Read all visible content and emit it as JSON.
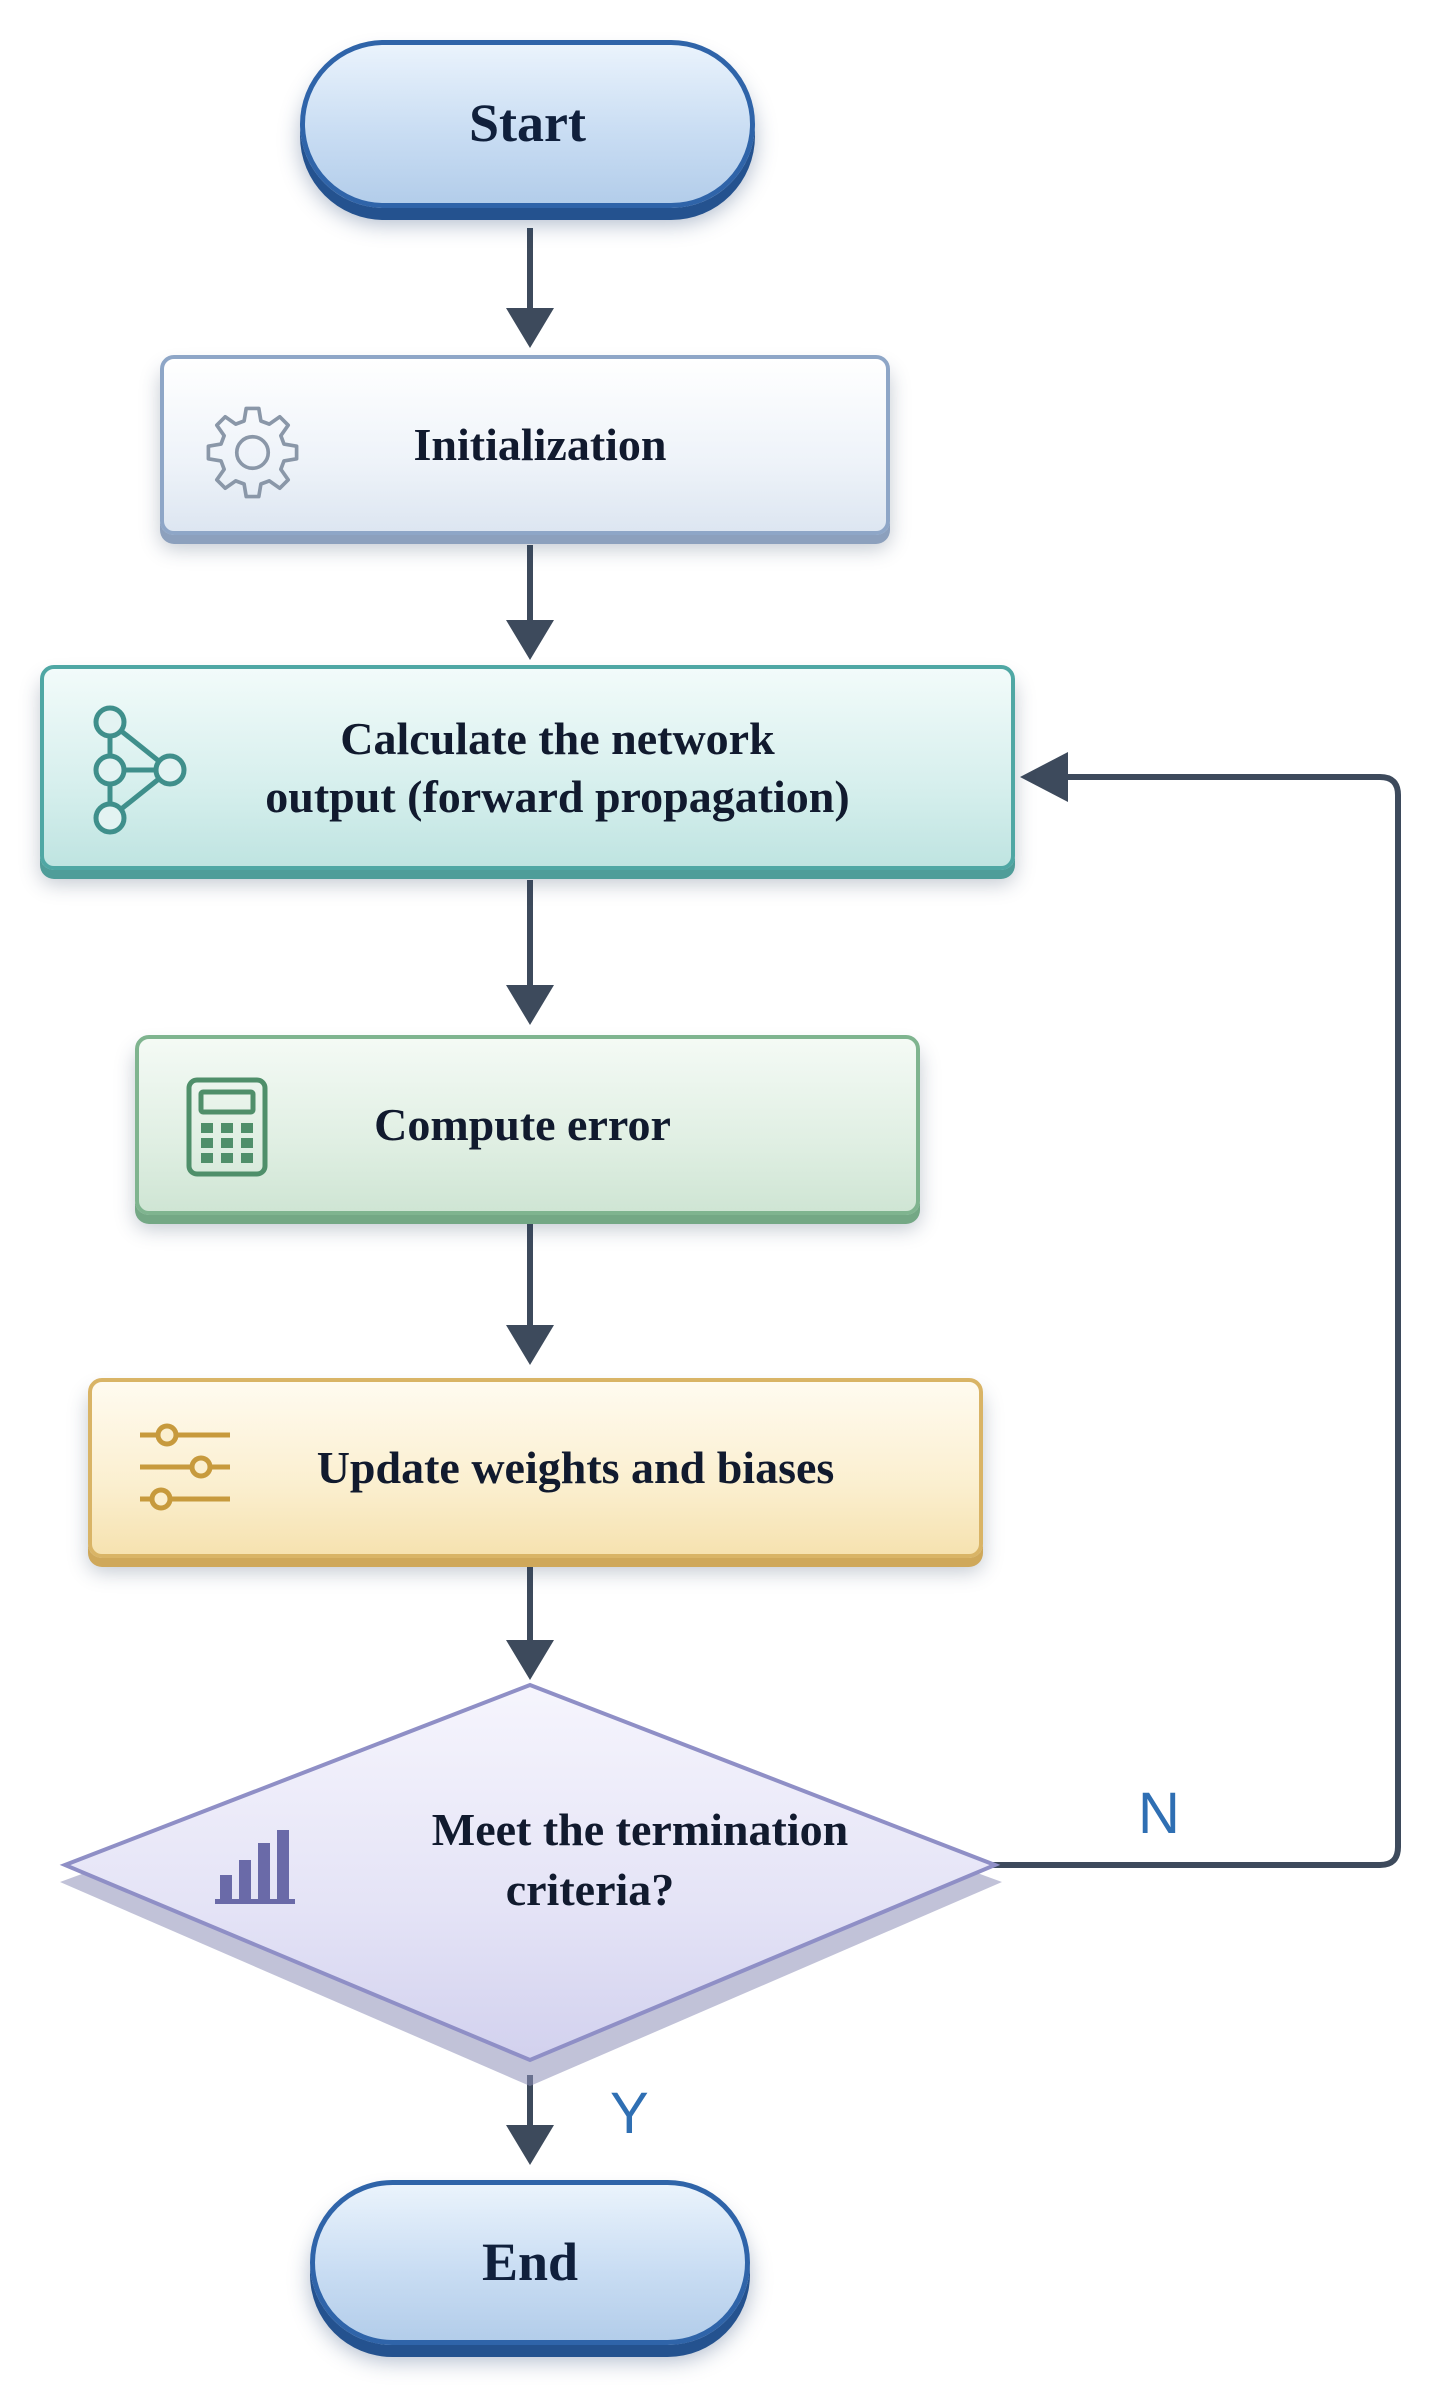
{
  "flowchart": {
    "start": "Start",
    "initialization": "Initialization",
    "forward": {
      "line1": "Calculate the network",
      "line2": "output (forward propagation)"
    },
    "compute_error": "Compute error",
    "update": "Update weights and biases",
    "decision": {
      "line1": "Meet the termination",
      "line2": "criteria?"
    },
    "end": "End",
    "branch_no": "N",
    "branch_yes": "Y"
  },
  "icons": {
    "initialization": "gear-icon",
    "forward": "network-graph-icon",
    "compute_error": "calculator-icon",
    "update": "sliders-icon",
    "decision": "bar-chart-icon"
  },
  "colors": {
    "connector": "#3d4a5c",
    "terminal": "#2f64a9",
    "initialization": "#8ea6c7",
    "forward": "#4fa7a4",
    "compute_error": "#7fb48f",
    "update": "#d9b466",
    "decision": "#8f8fc6",
    "branch_label": "#2f6fb3"
  }
}
